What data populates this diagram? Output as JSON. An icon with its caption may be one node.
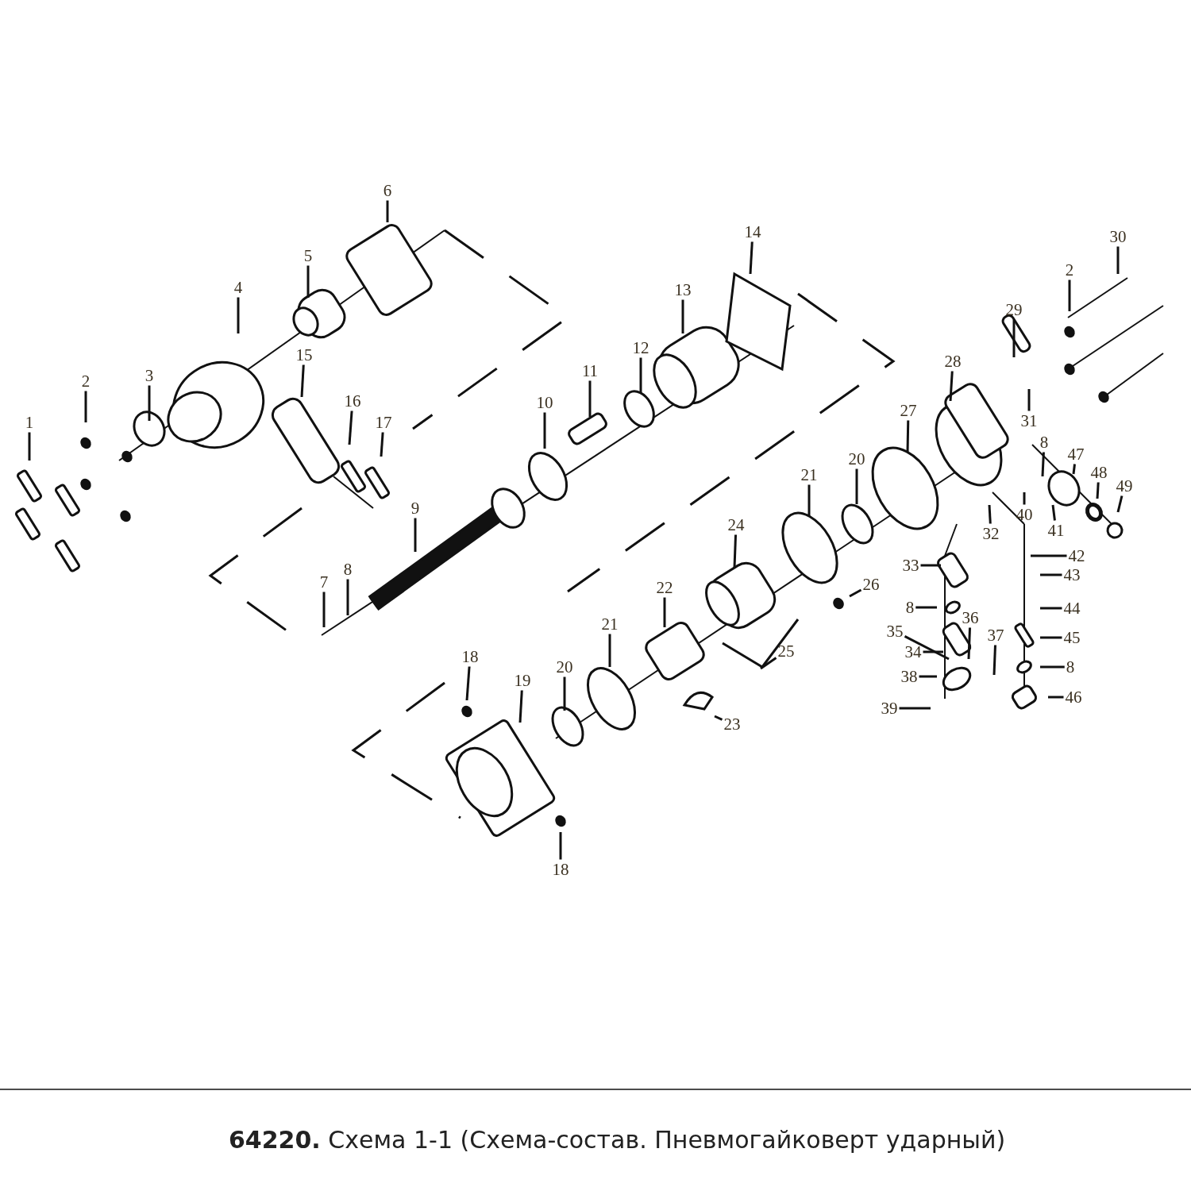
{
  "diagram": {
    "nodes": [
      {
        "text": [
          "1"
        ]
      },
      {
        "text": [
          "2"
        ]
      },
      {
        "text": [
          "3"
        ]
      },
      {
        "text": [
          "4"
        ]
      },
      {
        "text": [
          "5"
        ]
      },
      {
        "text": [
          "6"
        ]
      },
      {
        "text": [
          "15"
        ]
      },
      {
        "text": [
          "16"
        ]
      },
      {
        "text": [
          "17"
        ]
      },
      {
        "text": [
          "9"
        ]
      },
      {
        "text": [
          "7"
        ]
      },
      {
        "text": [
          "8"
        ]
      },
      {
        "text": [
          "10"
        ]
      },
      {
        "text": [
          "11"
        ]
      },
      {
        "text": [
          "12"
        ]
      },
      {
        "text": [
          "13"
        ]
      },
      {
        "text": [
          "14"
        ]
      },
      {
        "text": [
          "2"
        ]
      },
      {
        "text": [
          "30"
        ]
      },
      {
        "text": [
          "29"
        ]
      },
      {
        "text": [
          "28"
        ]
      },
      {
        "text": [
          "31"
        ]
      },
      {
        "text": [
          "27"
        ]
      },
      {
        "text": [
          "20"
        ]
      },
      {
        "text": [
          "21"
        ]
      },
      {
        "text": [
          "8"
        ]
      },
      {
        "text": [
          "47"
        ]
      },
      {
        "text": [
          "48"
        ]
      },
      {
        "text": [
          "49"
        ]
      },
      {
        "text": [
          "40"
        ]
      },
      {
        "text": [
          "41"
        ]
      },
      {
        "text": [
          "32"
        ]
      },
      {
        "text": [
          "42"
        ]
      },
      {
        "text": [
          "43"
        ]
      },
      {
        "text": [
          "44"
        ]
      },
      {
        "text": [
          "45"
        ]
      },
      {
        "text": [
          "8"
        ]
      },
      {
        "text": [
          "46"
        ]
      },
      {
        "text": [
          "33"
        ]
      },
      {
        "text": [
          "8"
        ]
      },
      {
        "text": [
          "35"
        ]
      },
      {
        "text": [
          "36"
        ]
      },
      {
        "text": [
          "37"
        ]
      },
      {
        "text": [
          "34"
        ]
      },
      {
        "text": [
          "38"
        ]
      },
      {
        "text": [
          "39"
        ]
      },
      {
        "text": [
          "24"
        ]
      },
      {
        "text": [
          "26"
        ]
      },
      {
        "text": [
          "22"
        ]
      },
      {
        "text": [
          "25"
        ]
      },
      {
        "text": [
          "21"
        ]
      },
      {
        "text": [
          "20"
        ]
      },
      {
        "text": [
          "18"
        ]
      },
      {
        "text": [
          "19"
        ]
      },
      {
        "text": [
          "23"
        ]
      },
      {
        "text": [
          "18"
        ]
      }
    ],
    "edges": [
      {
        "from": 0,
        "to": null,
        "arrow": "none"
      },
      {
        "from": 1,
        "to": null,
        "arrow": "none"
      },
      {
        "from": 2,
        "to": null,
        "arrow": "none"
      },
      {
        "from": 3,
        "to": null,
        "arrow": "none"
      },
      {
        "from": 4,
        "to": null,
        "arrow": "none"
      },
      {
        "from": 5,
        "to": null,
        "arrow": "none"
      },
      {
        "from": 6,
        "to": null,
        "arrow": "none"
      },
      {
        "from": 7,
        "to": null,
        "arrow": "none"
      },
      {
        "from": 8,
        "to": null,
        "arrow": "none"
      },
      {
        "from": 9,
        "to": null,
        "arrow": "none"
      },
      {
        "from": 10,
        "to": null,
        "arrow": "none"
      },
      {
        "from": 11,
        "to": null,
        "arrow": "none"
      },
      {
        "from": 12,
        "to": null,
        "arrow": "none"
      },
      {
        "from": 13,
        "to": null,
        "arrow": "none"
      },
      {
        "from": 14,
        "to": null,
        "arrow": "none"
      },
      {
        "from": 15,
        "to": null,
        "arrow": "none"
      },
      {
        "from": 16,
        "to": null,
        "arrow": "none"
      },
      {
        "from": 17,
        "to": null,
        "arrow": "none"
      },
      {
        "from": 18,
        "to": null,
        "arrow": "none"
      },
      {
        "from": 19,
        "to": null,
        "arrow": "none"
      },
      {
        "from": 20,
        "to": null,
        "arrow": "none"
      },
      {
        "from": 21,
        "to": null,
        "arrow": "none"
      },
      {
        "from": 22,
        "to": null,
        "arrow": "none"
      },
      {
        "from": 23,
        "to": null,
        "arrow": "none"
      },
      {
        "from": 24,
        "to": null,
        "arrow": "none"
      },
      {
        "from": 25,
        "to": null,
        "arrow": "none"
      },
      {
        "from": 26,
        "to": null,
        "arrow": "none"
      },
      {
        "from": 27,
        "to": null,
        "arrow": "none"
      },
      {
        "from": 28,
        "to": null,
        "arrow": "none"
      },
      {
        "from": 29,
        "to": null,
        "arrow": "none"
      },
      {
        "from": 30,
        "to": null,
        "arrow": "none"
      },
      {
        "from": 31,
        "to": null,
        "arrow": "none"
      },
      {
        "from": 32,
        "to": null,
        "arrow": "none"
      },
      {
        "from": 33,
        "to": null,
        "arrow": "none"
      },
      {
        "from": 34,
        "to": null,
        "arrow": "none"
      },
      {
        "from": 35,
        "to": null,
        "arrow": "none"
      },
      {
        "from": 36,
        "to": null,
        "arrow": "none"
      },
      {
        "from": 37,
        "to": null,
        "arrow": "none"
      },
      {
        "from": 38,
        "to": null,
        "arrow": "none"
      },
      {
        "from": 39,
        "to": null,
        "arrow": "none"
      },
      {
        "from": 40,
        "to": null,
        "arrow": "none"
      },
      {
        "from": 41,
        "to": null,
        "arrow": "none"
      },
      {
        "from": 42,
        "to": null,
        "arrow": "none"
      },
      {
        "from": 43,
        "to": null,
        "arrow": "none"
      },
      {
        "from": 44,
        "to": null,
        "arrow": "none"
      },
      {
        "from": 45,
        "to": null,
        "arrow": "none"
      },
      {
        "from": 46,
        "to": null,
        "arrow": "none"
      },
      {
        "from": 47,
        "to": null,
        "arrow": "none"
      },
      {
        "from": 48,
        "to": null,
        "arrow": "none"
      },
      {
        "from": 49,
        "to": null,
        "arrow": "none"
      },
      {
        "from": 50,
        "to": null,
        "arrow": "none"
      },
      {
        "from": 51,
        "to": null,
        "arrow": "none"
      },
      {
        "from": 52,
        "to": null,
        "arrow": "none"
      },
      {
        "from": 53,
        "to": null,
        "arrow": "none"
      },
      {
        "from": 54,
        "to": null,
        "arrow": "none"
      },
      {
        "from": 55,
        "to": null,
        "arrow": "none"
      }
    ],
    "labels": [
      "**64220.** Схема 1-1 (Схема-состав. Пневмогайковерт ударный)"
    ]
  }
}
